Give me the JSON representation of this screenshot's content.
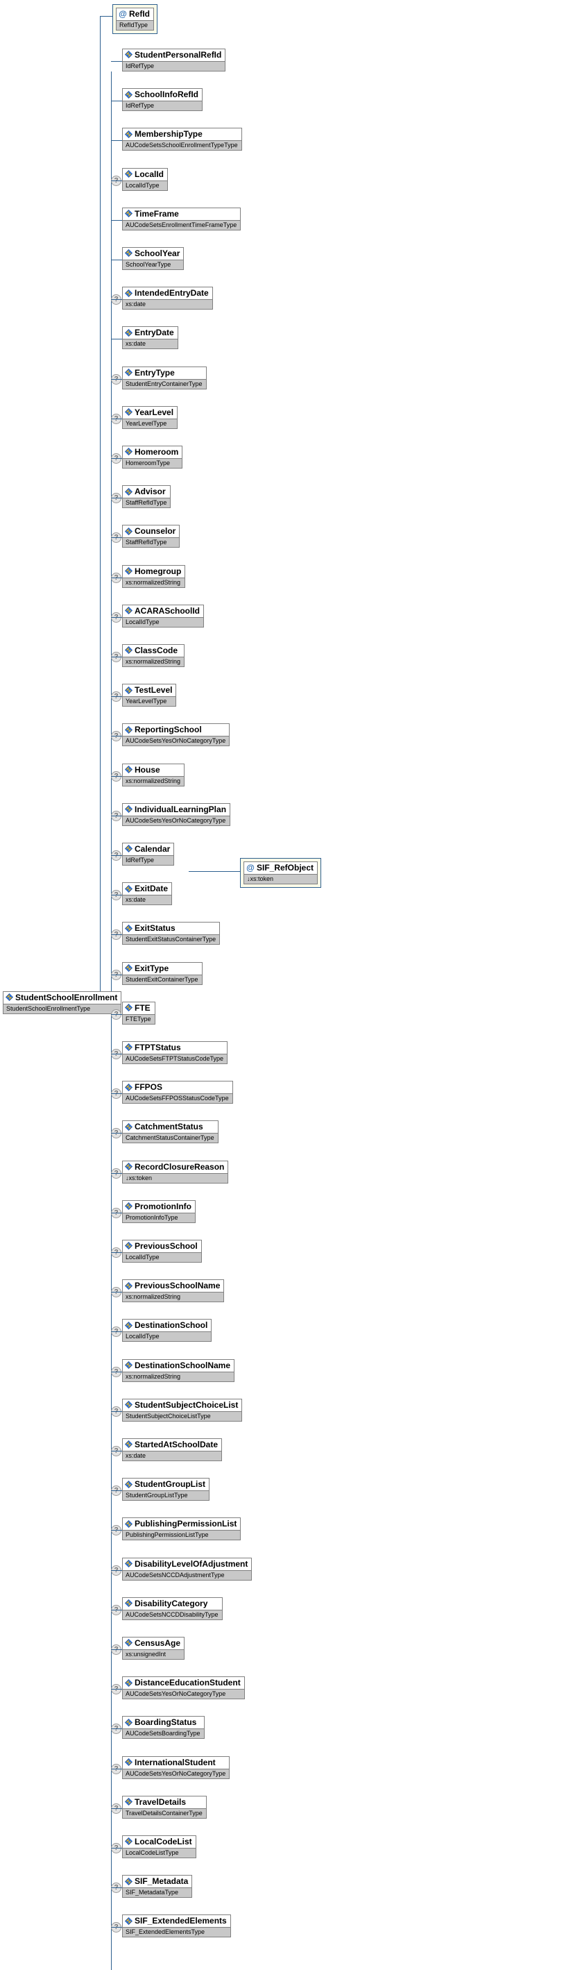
{
  "diagram": {
    "kind": "xsd-schema-tree",
    "root": {
      "name": "StudentSchoolEnrollment",
      "type": "StudentSchoolEnrollmentType",
      "node_kind": "element",
      "optional": false
    },
    "side_node": {
      "name": "SIF_RefObject",
      "type": "↓xs:token",
      "node_kind": "attribute",
      "optional": false,
      "parent": "Calendar"
    },
    "children": [
      {
        "name": "RefId",
        "type": "RefIdType",
        "node_kind": "attribute",
        "optional": false
      },
      {
        "name": "StudentPersonalRefId",
        "type": "IdRefType",
        "node_kind": "element",
        "optional": false
      },
      {
        "name": "SchoolInfoRefId",
        "type": "IdRefType",
        "node_kind": "element",
        "optional": false
      },
      {
        "name": "MembershipType",
        "type": "AUCodeSetsSchoolEnrollmentTypeType",
        "node_kind": "element",
        "optional": false
      },
      {
        "name": "LocalId",
        "type": "LocalIdType",
        "node_kind": "element",
        "optional": true
      },
      {
        "name": "TimeFrame",
        "type": "AUCodeSetsEnrollmentTimeFrameType",
        "node_kind": "element",
        "optional": false
      },
      {
        "name": "SchoolYear",
        "type": "SchoolYearType",
        "node_kind": "element",
        "optional": false
      },
      {
        "name": "IntendedEntryDate",
        "type": "xs:date",
        "node_kind": "element",
        "optional": true
      },
      {
        "name": "EntryDate",
        "type": "xs:date",
        "node_kind": "element",
        "optional": false
      },
      {
        "name": "EntryType",
        "type": "StudentEntryContainerType",
        "node_kind": "element",
        "optional": true
      },
      {
        "name": "YearLevel",
        "type": "YearLevelType",
        "node_kind": "element",
        "optional": true
      },
      {
        "name": "Homeroom",
        "type": "HomeroomType",
        "node_kind": "element",
        "optional": true
      },
      {
        "name": "Advisor",
        "type": "StaffRefIdType",
        "node_kind": "element",
        "optional": true
      },
      {
        "name": "Counselor",
        "type": "StaffRefIdType",
        "node_kind": "element",
        "optional": true
      },
      {
        "name": "Homegroup",
        "type": "xs:normalizedString",
        "node_kind": "element",
        "optional": true
      },
      {
        "name": "ACARASchoolId",
        "type": "LocalIdType",
        "node_kind": "element",
        "optional": true
      },
      {
        "name": "ClassCode",
        "type": "xs:normalizedString",
        "node_kind": "element",
        "optional": true
      },
      {
        "name": "TestLevel",
        "type": "YearLevelType",
        "node_kind": "element",
        "optional": true
      },
      {
        "name": "ReportingSchool",
        "type": "AUCodeSetsYesOrNoCategoryType",
        "node_kind": "element",
        "optional": true
      },
      {
        "name": "House",
        "type": "xs:normalizedString",
        "node_kind": "element",
        "optional": true
      },
      {
        "name": "IndividualLearningPlan",
        "type": "AUCodeSetsYesOrNoCategoryType",
        "node_kind": "element",
        "optional": true
      },
      {
        "name": "Calendar",
        "type": "IdRefType",
        "node_kind": "element",
        "optional": true
      },
      {
        "name": "ExitDate",
        "type": "xs:date",
        "node_kind": "element",
        "optional": true
      },
      {
        "name": "ExitStatus",
        "type": "StudentExitStatusContainerType",
        "node_kind": "element",
        "optional": true
      },
      {
        "name": "ExitType",
        "type": "StudentExitContainerType",
        "node_kind": "element",
        "optional": true
      },
      {
        "name": "FTE",
        "type": "FTEType",
        "node_kind": "element",
        "optional": true
      },
      {
        "name": "FTPTStatus",
        "type": "AUCodeSetsFTPTStatusCodeType",
        "node_kind": "element",
        "optional": true
      },
      {
        "name": "FFPOS",
        "type": "AUCodeSetsFFPOSStatusCodeType",
        "node_kind": "element",
        "optional": true
      },
      {
        "name": "CatchmentStatus",
        "type": "CatchmentStatusContainerType",
        "node_kind": "element",
        "optional": true
      },
      {
        "name": "RecordClosureReason",
        "type": "↓xs:token",
        "node_kind": "element",
        "optional": true
      },
      {
        "name": "PromotionInfo",
        "type": "PromotionInfoType",
        "node_kind": "element",
        "optional": true
      },
      {
        "name": "PreviousSchool",
        "type": "LocalIdType",
        "node_kind": "element",
        "optional": true
      },
      {
        "name": "PreviousSchoolName",
        "type": "xs:normalizedString",
        "node_kind": "element",
        "optional": true
      },
      {
        "name": "DestinationSchool",
        "type": "LocalIdType",
        "node_kind": "element",
        "optional": true
      },
      {
        "name": "DestinationSchoolName",
        "type": "xs:normalizedString",
        "node_kind": "element",
        "optional": true
      },
      {
        "name": "StudentSubjectChoiceList",
        "type": "StudentSubjectChoiceListType",
        "node_kind": "element",
        "optional": true
      },
      {
        "name": "StartedAtSchoolDate",
        "type": "xs:date",
        "node_kind": "element",
        "optional": true
      },
      {
        "name": "StudentGroupList",
        "type": "StudentGroupListType",
        "node_kind": "element",
        "optional": true
      },
      {
        "name": "PublishingPermissionList",
        "type": "PublishingPermissionListType",
        "node_kind": "element",
        "optional": true
      },
      {
        "name": "DisabilityLevelOfAdjustment",
        "type": "AUCodeSetsNCCDAdjustmentType",
        "node_kind": "element",
        "optional": true
      },
      {
        "name": "DisabilityCategory",
        "type": "AUCodeSetsNCCDDisabilityType",
        "node_kind": "element",
        "optional": true
      },
      {
        "name": "CensusAge",
        "type": "xs:unsignedInt",
        "node_kind": "element",
        "optional": true
      },
      {
        "name": "DistanceEducationStudent",
        "type": "AUCodeSetsYesOrNoCategoryType",
        "node_kind": "element",
        "optional": true
      },
      {
        "name": "BoardingStatus",
        "type": "AUCodeSetsBoardingType",
        "node_kind": "element",
        "optional": true
      },
      {
        "name": "InternationalStudent",
        "type": "AUCodeSetsYesOrNoCategoryType",
        "node_kind": "element",
        "optional": true
      },
      {
        "name": "TravelDetails",
        "type": "TravelDetailsContainerType",
        "node_kind": "element",
        "optional": true
      },
      {
        "name": "LocalCodeList",
        "type": "LocalCodeListType",
        "node_kind": "element",
        "optional": true
      },
      {
        "name": "SIF_Metadata",
        "type": "SIF_MetadataType",
        "node_kind": "element",
        "optional": true
      },
      {
        "name": "SIF_ExtendedElements",
        "type": "SIF_ExtendedElementsType",
        "node_kind": "element",
        "optional": true
      }
    ],
    "colors": {
      "connector": "#2d5f8f",
      "node_border": "#808080",
      "type_band": "#c8c8c8",
      "attr_fill": "#fbfbe8",
      "attr_border": "#2d5f8f",
      "optional_marker_fill": "#e4e4e4"
    },
    "markers": {
      "optional_glyph": "?"
    }
  }
}
